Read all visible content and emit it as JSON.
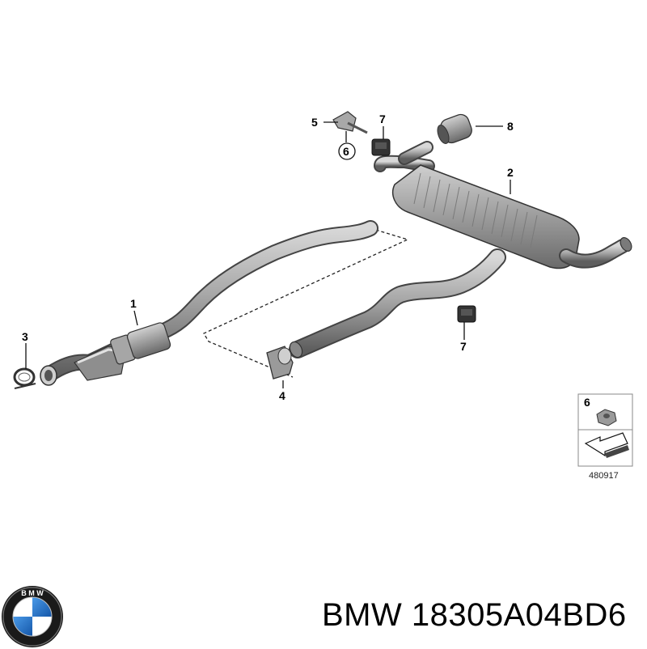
{
  "diagram": {
    "callouts": [
      {
        "id": "c1",
        "label": "1"
      },
      {
        "id": "c2",
        "label": "2"
      },
      {
        "id": "c3",
        "label": "3"
      },
      {
        "id": "c4",
        "label": "4"
      },
      {
        "id": "c5",
        "label": "5"
      },
      {
        "id": "c6",
        "label": "6"
      },
      {
        "id": "c7a",
        "label": "7"
      },
      {
        "id": "c7b",
        "label": "7"
      },
      {
        "id": "c8",
        "label": "8"
      }
    ],
    "legend_box": {
      "label": "6",
      "ref_number": "480917"
    }
  },
  "logo": {
    "text": "BMW",
    "colors": {
      "ring": "#111111",
      "blue": "#1c69d4",
      "white": "#ffffff"
    }
  },
  "caption": {
    "brand": "BMW",
    "part_number": "18305A04BD6"
  }
}
